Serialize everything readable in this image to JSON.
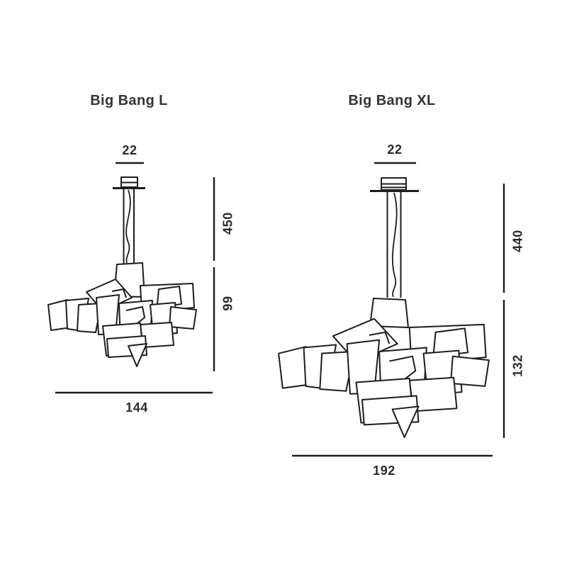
{
  "document": {
    "kind": "product-dimension-diagram",
    "product_family": "Big Bang suspension lamps"
  },
  "colors": {
    "background": "#ffffff",
    "line": "#1d1d1b",
    "text": "#2b2b2a",
    "title_text": "#343433"
  },
  "figures": [
    {
      "id": "big-bang-l",
      "title": "Big Bang L",
      "dimensions": {
        "canopy_width": "22",
        "suspension_height": "450",
        "shade_height": "99",
        "shade_width": "144"
      }
    },
    {
      "id": "big-bang-xl",
      "title": "Big Bang XL",
      "dimensions": {
        "canopy_width": "22",
        "suspension_height": "440",
        "shade_height": "132",
        "shade_width": "192"
      }
    }
  ]
}
